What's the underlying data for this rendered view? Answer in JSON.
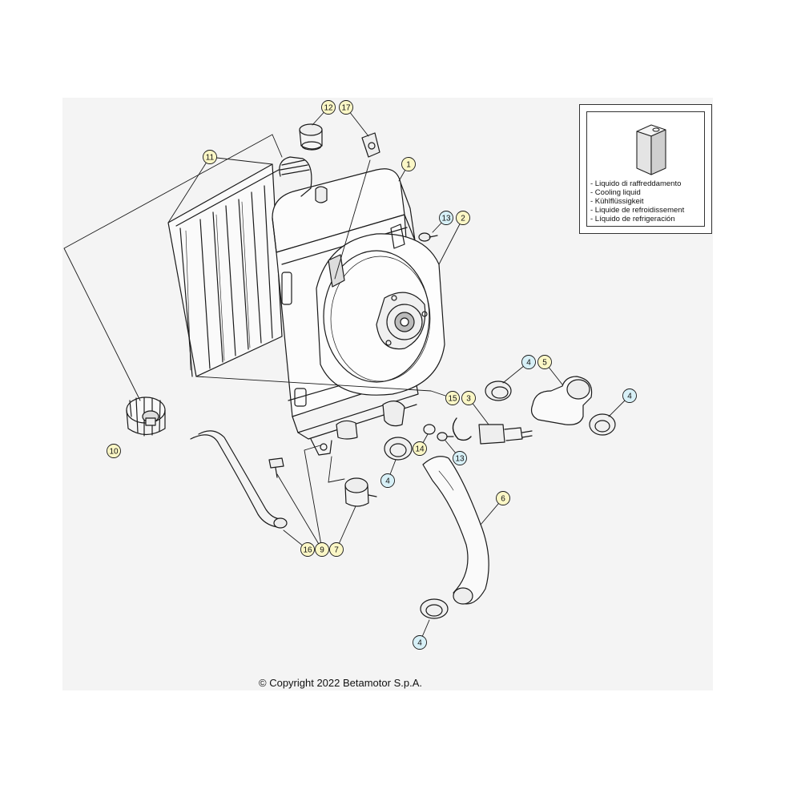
{
  "callouts": [
    {
      "id": "c1",
      "label": "1",
      "style": "yellow"
    },
    {
      "id": "c2",
      "label": "2",
      "style": "yellow"
    },
    {
      "id": "c13a",
      "label": "13",
      "style": "blue"
    },
    {
      "id": "c11",
      "label": "11",
      "style": "yellow"
    },
    {
      "id": "c12",
      "label": "12",
      "style": "yellow"
    },
    {
      "id": "c17",
      "label": "17",
      "style": "yellow"
    },
    {
      "id": "c4a",
      "label": "4",
      "style": "blue"
    },
    {
      "id": "c5",
      "label": "5",
      "style": "yellow"
    },
    {
      "id": "c4b",
      "label": "4",
      "style": "blue"
    },
    {
      "id": "c15",
      "label": "15",
      "style": "yellow"
    },
    {
      "id": "c3",
      "label": "3",
      "style": "yellow"
    },
    {
      "id": "c10",
      "label": "10",
      "style": "yellow"
    },
    {
      "id": "c14",
      "label": "14",
      "style": "yellow"
    },
    {
      "id": "c13b",
      "label": "13",
      "style": "blue"
    },
    {
      "id": "c4c",
      "label": "4",
      "style": "blue"
    },
    {
      "id": "c6",
      "label": "6",
      "style": "yellow"
    },
    {
      "id": "c16",
      "label": "16",
      "style": "yellow"
    },
    {
      "id": "c9",
      "label": "9",
      "style": "yellow"
    },
    {
      "id": "c7",
      "label": "7",
      "style": "yellow"
    },
    {
      "id": "c4d",
      "label": "4",
      "style": "blue"
    }
  ],
  "legend": {
    "icon": "coolant-container-icon",
    "items": [
      "- Liquido di raffreddamento",
      "- Cooling liquid",
      "- Kühlflüssigkeit",
      "- Liquide de refroidissement",
      "- Líquido de refrigeración"
    ]
  },
  "colors": {
    "callout_yellow": "#fbf7c6",
    "callout_blue": "#d7f0f7",
    "sheet_background": "#f4f4f4",
    "line": "#1a1a1a"
  },
  "copyright": "© Copyright 2022 Betamotor S.p.A."
}
